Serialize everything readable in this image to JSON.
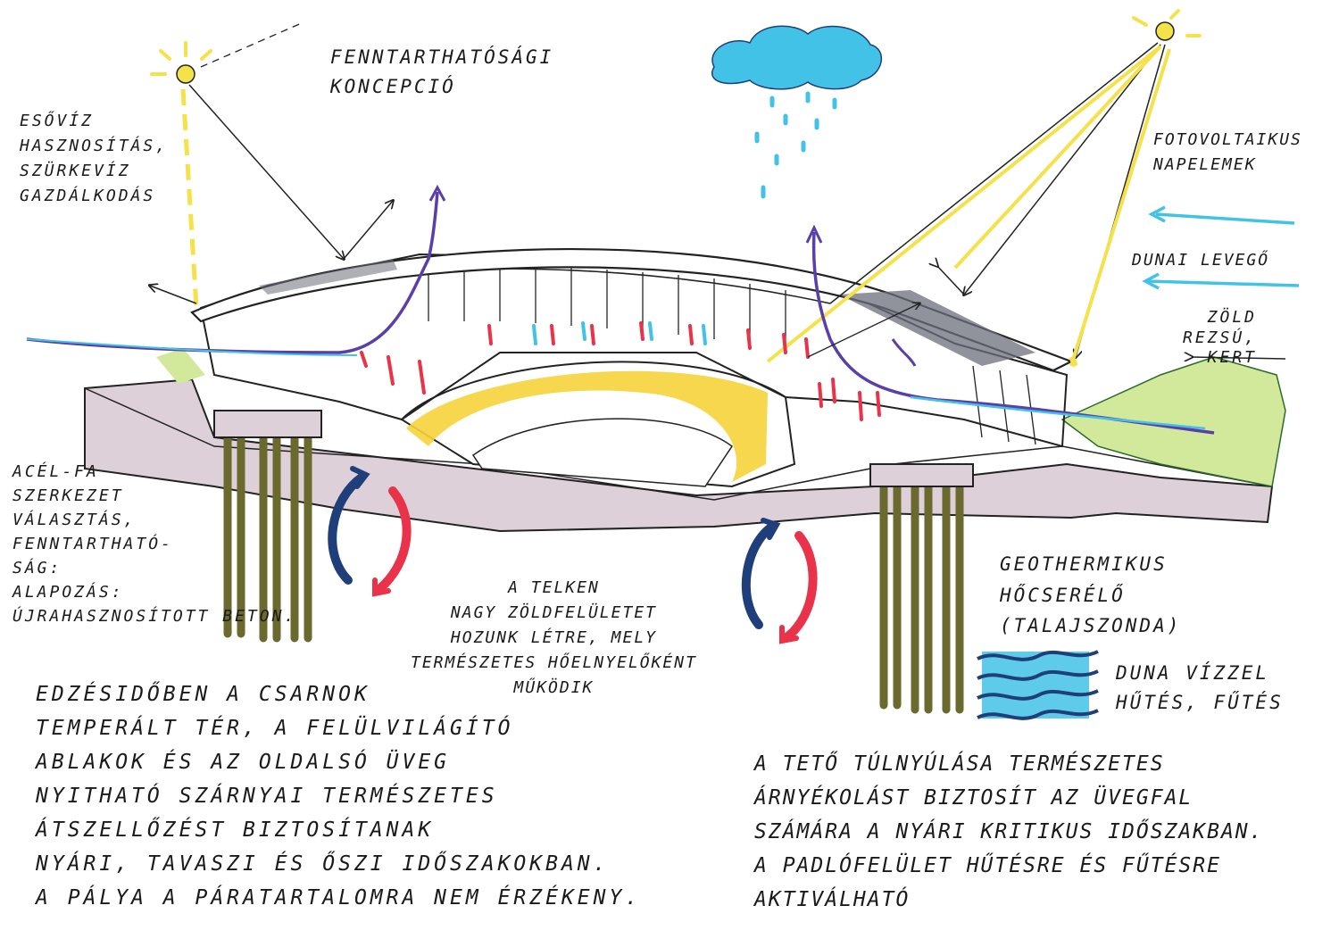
{
  "title": "FENNTARTHATÓSÁGI\nKONCEPCIÓ",
  "labels": {
    "rainwater": "ESŐVÍZ\nHASZNOSÍTÁS,\nSZÜRKEVÍZ\nGAZDÁLKODÁS",
    "photovoltaic": "FOTOVOLTAIKUS\nNAPELEMEK",
    "danube_air": "DUNAI LEVEGŐ",
    "green_slope": "ZÖLD\nREZSÚ,\nKERT",
    "structure": "ACÉL-FA\nSZERKEZET\nVÁLASZTÁS,\nFENNTARTHATÓ-\nSÁG:\nALAPOZÁS:\nÚJRAHASZNOSÍTOTT BETON.",
    "plot": "A TELKEN\nNAGY ZÖLDFELÜLETET\nHOZUNK LÉTRE, MELY\nTERMÉSZETES HŐELNYELŐKÉNT\nMŰKÖDIK",
    "geothermal": "GEOTHERMIKUS\nHŐCSERÉLŐ\n(TALAJSZONDA)",
    "danube_water": "DUNA VÍZZEL\nHŰTÉS, FŰTÉS",
    "ventilation": "EDZÉSIDŐBEN A CSARNOK\nTEMPERÁLT TÉR, A FELÜLVILÁGÍTÓ\nABLAKOK ÉS AZ OLDALSÓ ÜVEG\nNYITHATÓ SZÁRNYAI TERMÉSZETES\nÁTSZELLŐZÉST BIZTOSÍTANAK\nNYÁRI, TAVASZI ÉS ŐSZI IDŐSZAKOKBAN.\nA PÁLYA A PÁRATARTALOMRA NEM ÉRZÉKENY.",
    "roof": "A TETŐ TÚLNYÚLÁSA TERMÉSZETES\nÁRNYÉKOLÁST BIZTOSÍT AZ ÜVEGFAL\nSZÁMÁRA A NYÁRI KRITIKUS IDŐSZAKBAN.\nA PADLÓFELÜLET HŰTÉSRE ÉS FŰTÉSRE\nAKTIVÁLHATÓ"
  },
  "colors": {
    "sun": "#f5e14a",
    "sky_blue": "#43c2e8",
    "air_purple": "#5b3fa8",
    "warm_red": "#e8334a",
    "cool_navy": "#1f3f7a",
    "ground": "#ddd0d8",
    "pile_olive": "#6b6a2e",
    "grass": "#d2e89a",
    "roof_pv": "#6b6f7a"
  },
  "icons": [
    "sun-icon",
    "sun-icon",
    "rain-cloud-icon",
    "water-waves-icon",
    "circulation-arrows-icon",
    "circulation-arrows-icon"
  ]
}
